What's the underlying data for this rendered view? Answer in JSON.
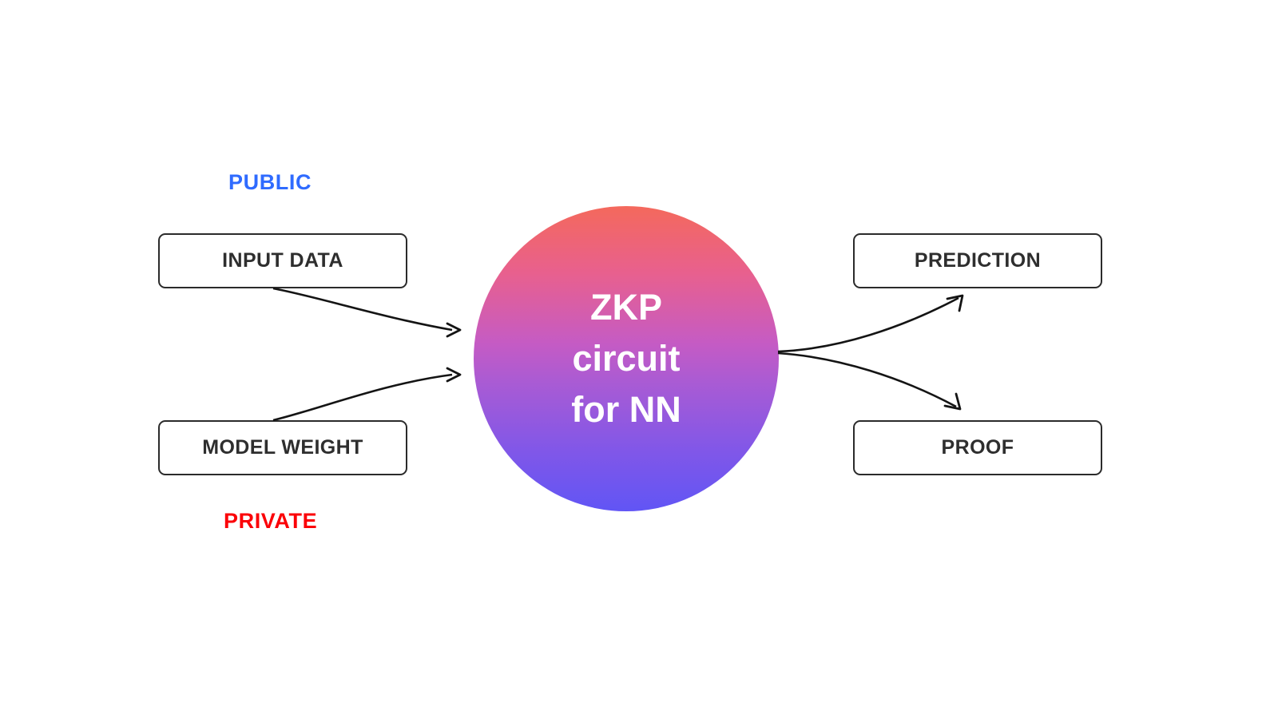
{
  "diagram": {
    "title_visible": false,
    "background_color": "#ffffff",
    "captions": [
      {
        "id": "public",
        "text": "PUBLIC",
        "color": "#2f6bff"
      },
      {
        "id": "private",
        "text": "PRIVATE",
        "color": "#fb0007"
      }
    ],
    "center": {
      "shape": "circle",
      "lines": [
        "ZKP",
        "circuit",
        "for NN"
      ],
      "text_color": "#ffffff",
      "gradient_from": "#f4695c",
      "gradient_mid": "#a95bd4",
      "gradient_to": "#6155f5"
    },
    "inputs": [
      {
        "id": "input-data",
        "label": "INPUT DATA",
        "group": "public"
      },
      {
        "id": "model-weight",
        "label": "MODEL WEIGHT",
        "group": "private"
      }
    ],
    "outputs": [
      {
        "id": "prediction",
        "label": "PREDICTION"
      },
      {
        "id": "proof",
        "label": "PROOF"
      }
    ],
    "node_border_color": "#2b2b2b",
    "node_text_color": "#2e2e2e",
    "connector_color": "#141414",
    "edges": [
      {
        "id": "edge-input-to-circuit",
        "from": "input-data",
        "to": "center",
        "arrow": true
      },
      {
        "id": "edge-weight-to-circuit",
        "from": "model-weight",
        "to": "center",
        "arrow": true
      },
      {
        "id": "edge-circuit-to-prediction",
        "from": "center",
        "to": "prediction",
        "arrow": true
      },
      {
        "id": "edge-circuit-to-proof",
        "from": "center",
        "to": "proof",
        "arrow": true
      }
    ]
  }
}
